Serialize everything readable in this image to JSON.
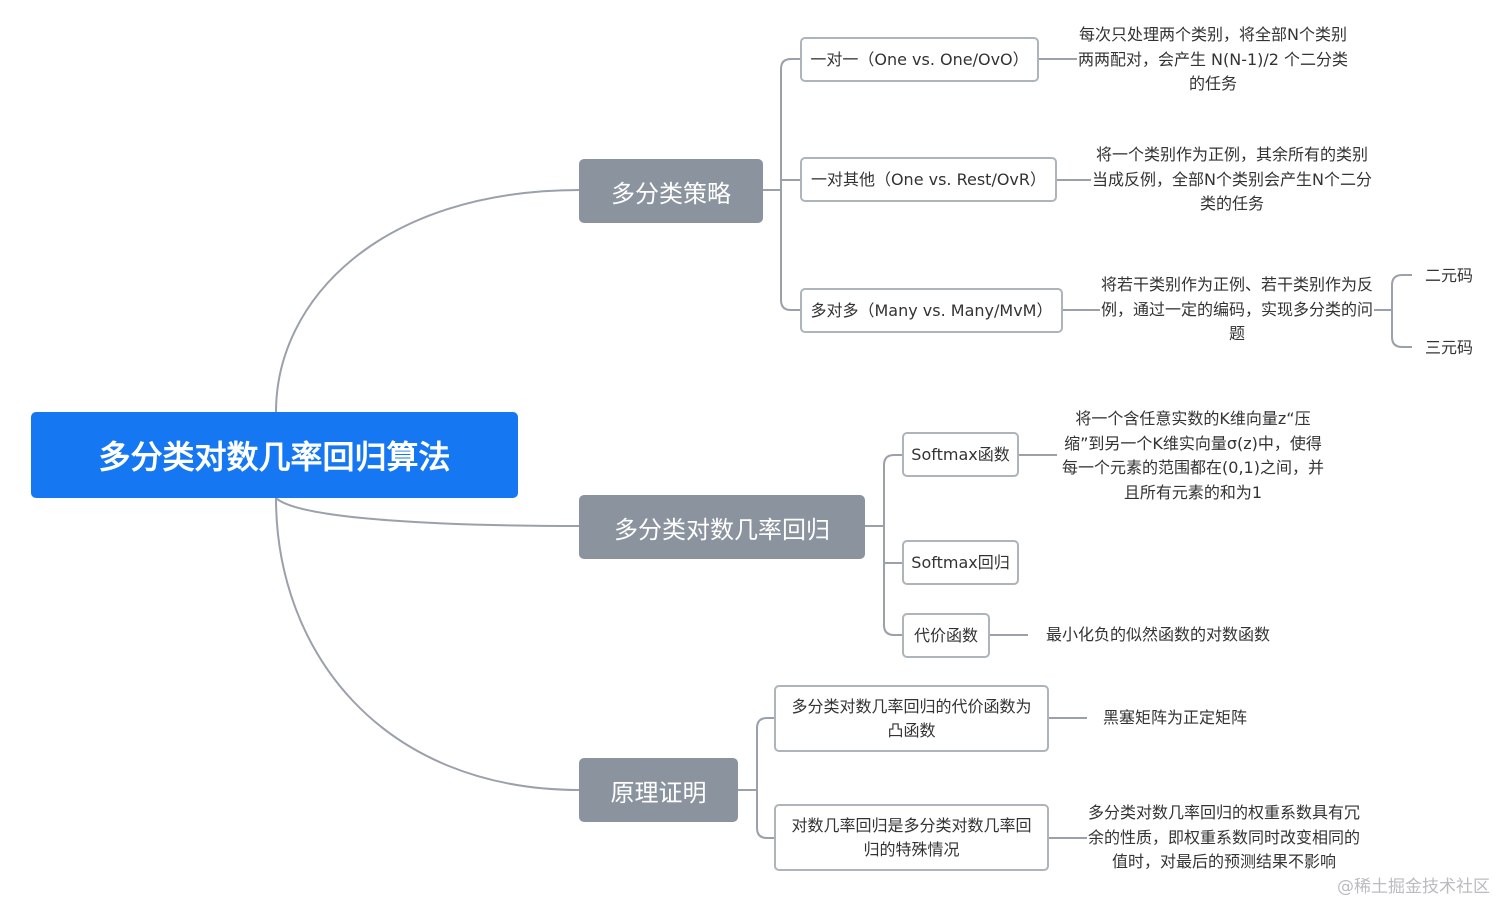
{
  "root": "多分类对数几率回归算法",
  "branches": {
    "strategy": {
      "label": "多分类策略",
      "ovo": {
        "label": "一对一（One vs. One/OvO）",
        "desc": "每次只处理两个类别，将全部N个类别两两配对，会产生 N(N-1)/2 个二分类的任务"
      },
      "ovr": {
        "label": "一对其他（One vs. Rest/OvR）",
        "desc": "将一个类别作为正例，其余所有的类别当成反例，全部N个类别会产生N个二分类的任务"
      },
      "mvm": {
        "label": "多对多（Many vs. Many/MvM）",
        "desc": "将若干类别作为正例、若干类别作为反例，通过一定的编码，实现多分类的问题",
        "codes": [
          "二元码",
          "三元码"
        ]
      }
    },
    "regression": {
      "label": "多分类对数几率回归",
      "softmax_fn": {
        "label": "Softmax函数",
        "desc": "将一个含任意实数的K维向量z“压缩”到另一个K维实向量σ(z)中，使得每一个元素的范围都在(0,1)之间，并且所有元素的和为1"
      },
      "softmax_reg": {
        "label": "Softmax回归"
      },
      "cost": {
        "label": "代价函数",
        "desc": "最小化负的似然函数的对数函数"
      }
    },
    "proof": {
      "label": "原理证明",
      "convex": {
        "label": "多分类对数几率回归的代价函数为凸函数",
        "desc": "黑塞矩阵为正定矩阵"
      },
      "special": {
        "label": "对数几率回归是多分类对数几率回归的特殊情况",
        "desc": "多分类对数几率回归的权重系数具有冗余的性质，即权重系数同时改变相同的值时，对最后的预测结果不影响"
      }
    }
  },
  "watermark": "@稀土掘金技术社区",
  "colors": {
    "root": "#1677f2",
    "branch": "#8a939e",
    "wire": "#9aa1aa"
  }
}
